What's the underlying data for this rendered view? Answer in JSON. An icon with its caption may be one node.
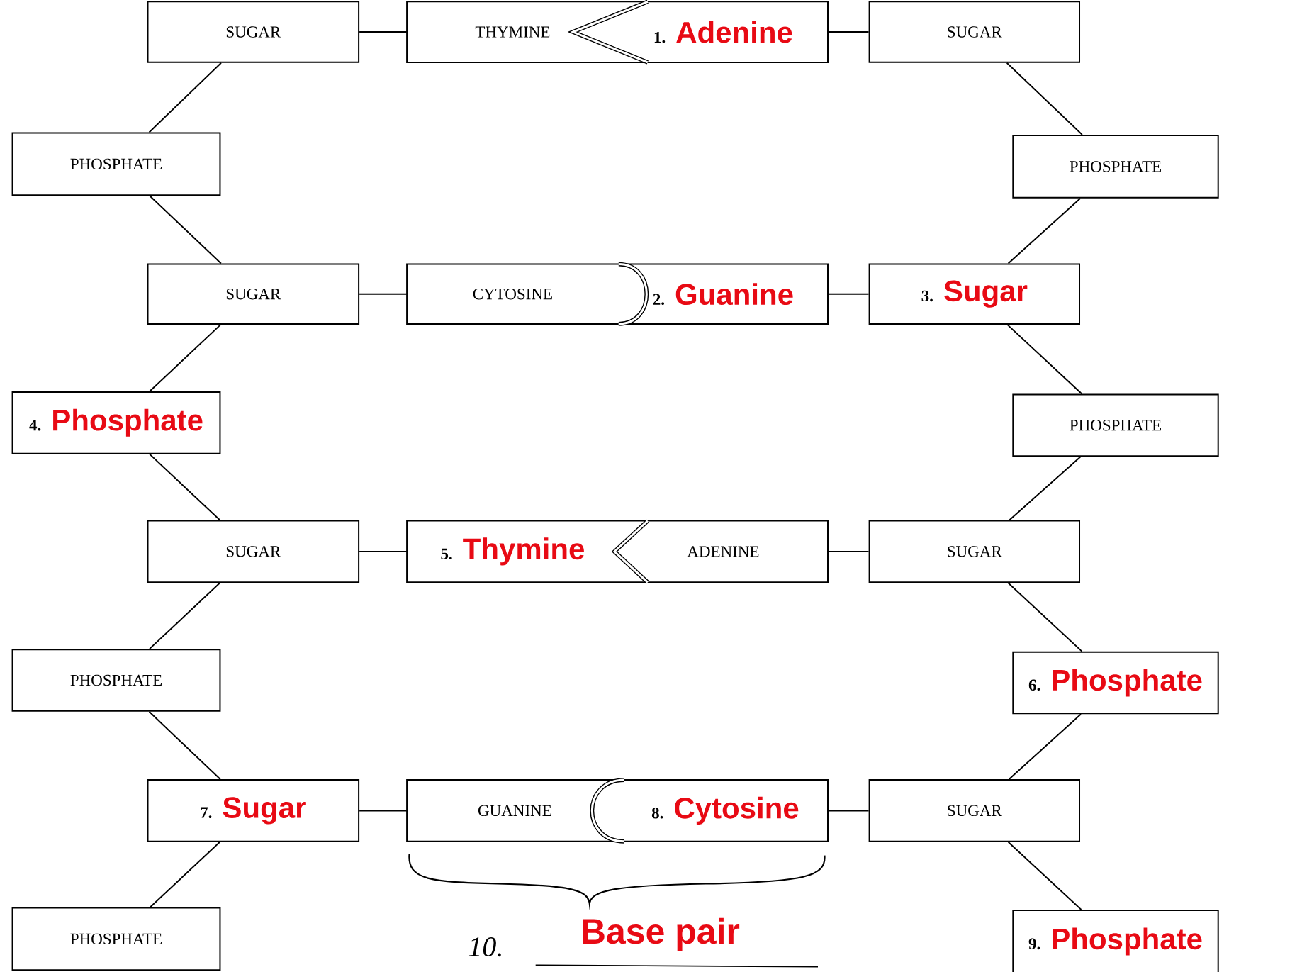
{
  "diagram": {
    "nodes": [
      {
        "text": [
          "SUGAR"
        ]
      },
      {
        "text": [
          "THYMINE"
        ]
      },
      {
        "text": [
          "1.",
          "Adenine"
        ]
      },
      {
        "text": [
          "SUGAR"
        ]
      },
      {
        "text": [
          "PHOSPHATE"
        ]
      },
      {
        "text": [
          "PHOSPHATE"
        ]
      },
      {
        "text": [
          "SUGAR"
        ]
      },
      {
        "text": [
          "CYTOSINE"
        ]
      },
      {
        "text": [
          "2.",
          "Guanine"
        ]
      },
      {
        "text": [
          "3.",
          "Sugar"
        ]
      },
      {
        "text": [
          "4.",
          "Phosphate"
        ]
      },
      {
        "text": [
          "PHOSPHATE"
        ]
      },
      {
        "text": [
          "SUGAR"
        ]
      },
      {
        "text": [
          "5.",
          "Thymine"
        ]
      },
      {
        "text": [
          "ADENINE"
        ]
      },
      {
        "text": [
          "SUGAR"
        ]
      },
      {
        "text": [
          "PHOSPHATE"
        ]
      },
      {
        "text": [
          "6.",
          "Phosphate"
        ]
      },
      {
        "text": [
          "7.",
          "Sugar"
        ]
      },
      {
        "text": [
          "GUANINE"
        ]
      },
      {
        "text": [
          "8.",
          "Cytosine"
        ]
      },
      {
        "text": [
          "SUGAR"
        ]
      },
      {
        "text": [
          "PHOSPHATE"
        ]
      },
      {
        "text": [
          "9.",
          "Phosphate"
        ]
      }
    ],
    "edges": [
      {
        "from": 0,
        "to": 4,
        "arrow": "none"
      },
      {
        "from": 4,
        "to": 6,
        "arrow": "none"
      },
      {
        "from": 6,
        "to": 10,
        "arrow": "none"
      },
      {
        "from": 10,
        "to": 12,
        "arrow": "none"
      },
      {
        "from": 12,
        "to": 16,
        "arrow": "none"
      },
      {
        "from": 16,
        "to": 18,
        "arrow": "none"
      },
      {
        "from": 18,
        "to": 22,
        "arrow": "none"
      },
      {
        "from": 3,
        "to": 5,
        "arrow": "none"
      },
      {
        "from": 5,
        "to": 9,
        "arrow": "none"
      },
      {
        "from": 9,
        "to": 11,
        "arrow": "none"
      },
      {
        "from": 11,
        "to": 15,
        "arrow": "none"
      },
      {
        "from": 15,
        "to": 17,
        "arrow": "none"
      },
      {
        "from": 17,
        "to": 21,
        "arrow": "none"
      },
      {
        "from": 21,
        "to": 23,
        "arrow": "none"
      },
      {
        "from": 0,
        "to": 1,
        "arrow": "none"
      },
      {
        "from": 2,
        "to": 3,
        "arrow": "none"
      },
      {
        "from": 6,
        "to": 7,
        "arrow": "none"
      },
      {
        "from": 8,
        "to": 9,
        "arrow": "none"
      },
      {
        "from": 12,
        "to": 13,
        "arrow": "none"
      },
      {
        "from": 14,
        "to": 15,
        "arrow": "none"
      },
      {
        "from": 18,
        "to": 19,
        "arrow": "none"
      },
      {
        "from": 20,
        "to": 21,
        "arrow": "none"
      }
    ],
    "labels": [
      "10.",
      "Base pair"
    ]
  }
}
